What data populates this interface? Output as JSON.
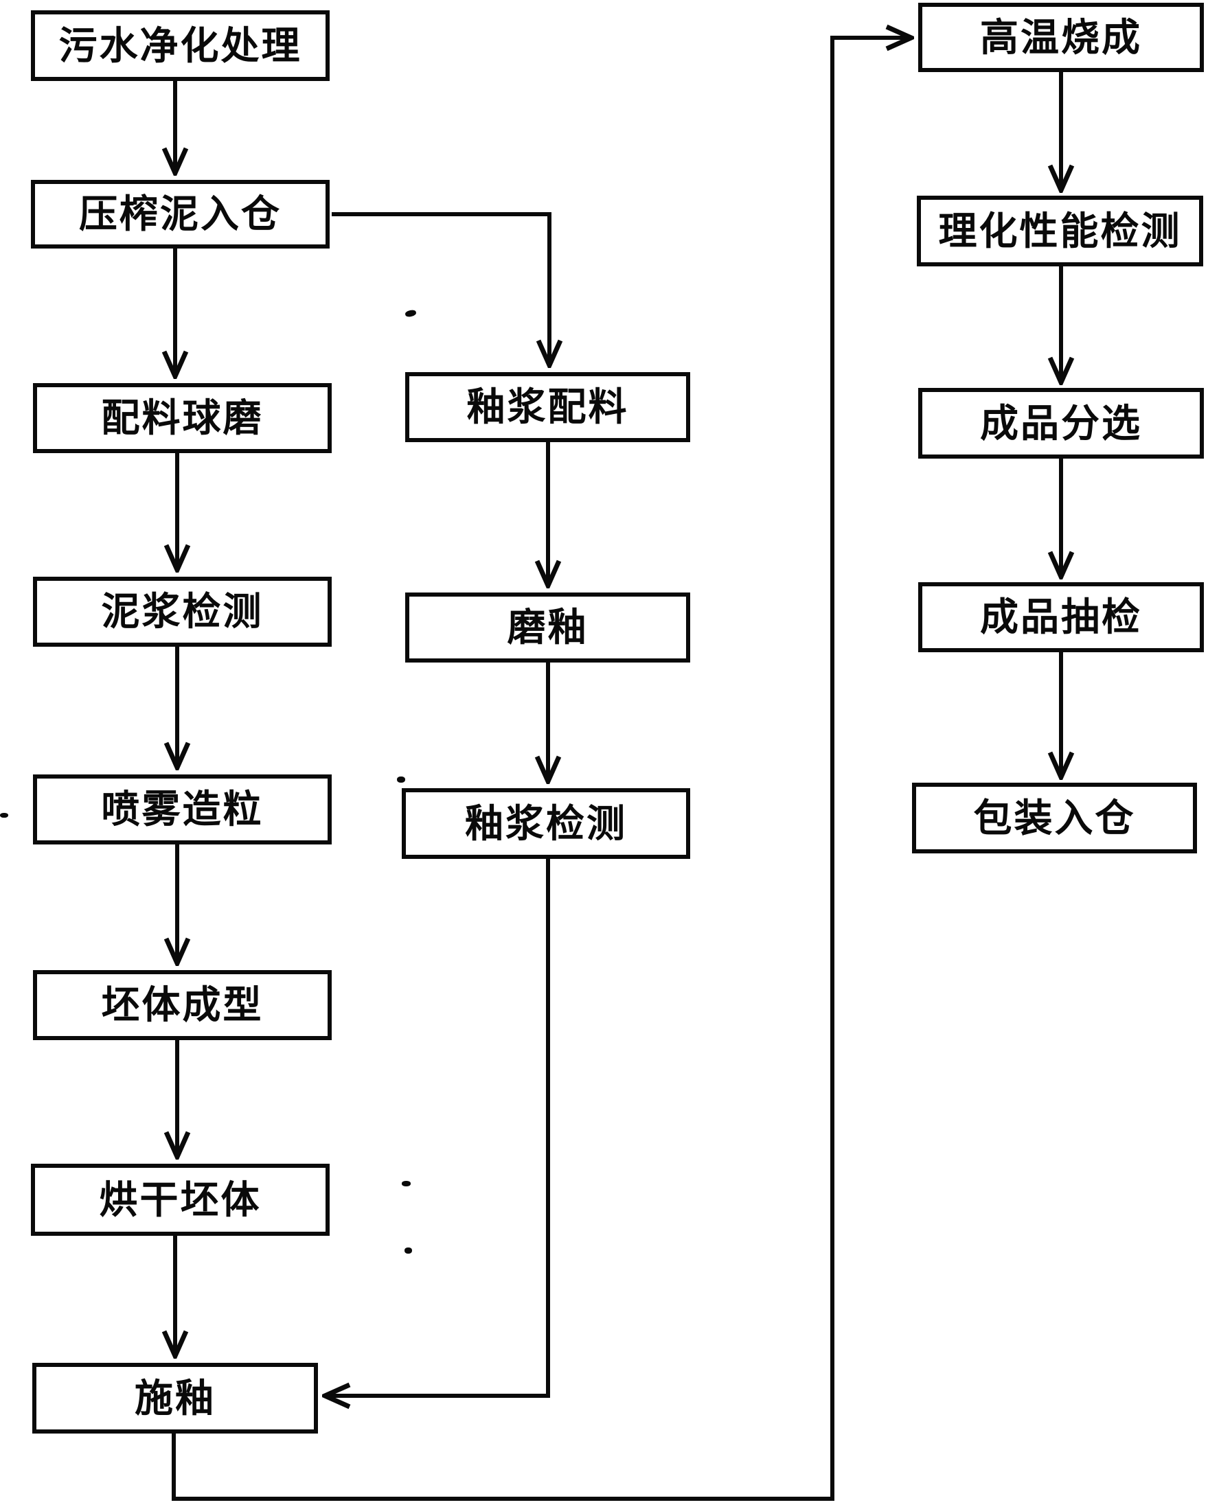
{
  "diagram": {
    "type": "flowchart",
    "background_color": "#ffffff",
    "ink_color": "#0a0a0a",
    "nodes": {
      "left": [
        "污水净化处理",
        "压榨泥入仓",
        "配料球磨",
        "泥浆检测",
        "喷雾造粒",
        "坯体成型",
        "烘干坯体",
        "施釉"
      ],
      "middle": [
        "釉浆配料",
        "磨釉",
        "釉浆检测"
      ],
      "right": [
        "高温烧成",
        "理化性能检测",
        "成品分选",
        "成品抽检",
        "包装入仓"
      ]
    },
    "edges": [
      {
        "from": "污水净化处理",
        "to": "压榨泥入仓"
      },
      {
        "from": "压榨泥入仓",
        "to": "配料球磨"
      },
      {
        "from": "压榨泥入仓",
        "to": "釉浆配料"
      },
      {
        "from": "配料球磨",
        "to": "泥浆检测"
      },
      {
        "from": "泥浆检测",
        "to": "喷雾造粒"
      },
      {
        "from": "喷雾造粒",
        "to": "坯体成型"
      },
      {
        "from": "坯体成型",
        "to": "烘干坯体"
      },
      {
        "from": "烘干坯体",
        "to": "施釉"
      },
      {
        "from": "釉浆配料",
        "to": "磨釉"
      },
      {
        "from": "磨釉",
        "to": "釉浆检测"
      },
      {
        "from": "釉浆检测",
        "to": "施釉"
      },
      {
        "from": "施釉",
        "to": "高温烧成"
      },
      {
        "from": "高温烧成",
        "to": "理化性能检测"
      },
      {
        "from": "理化性能检测",
        "to": "成品分选"
      },
      {
        "from": "成品分选",
        "to": "成品抽检"
      },
      {
        "from": "成品抽检",
        "to": "包装入仓"
      }
    ]
  }
}
